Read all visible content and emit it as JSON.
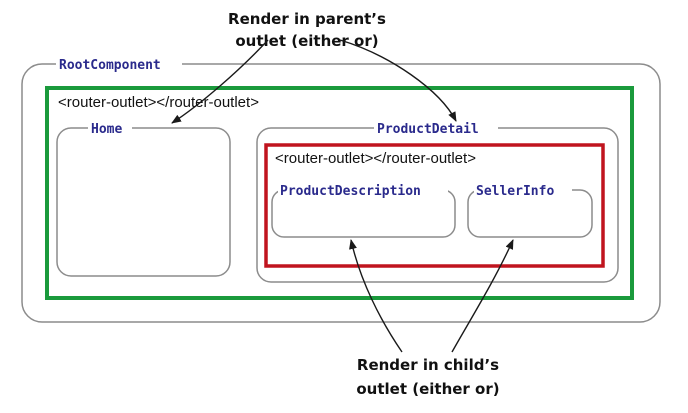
{
  "annotations": {
    "parent_line1": "Render in parent’s",
    "parent_line2": "outlet (either or)",
    "child_line1": "Render in child’s",
    "child_line2": "outlet (either or)"
  },
  "components": {
    "root": "RootComponent",
    "home": "Home",
    "product_detail": "ProductDetail",
    "product_description": "ProductDescription",
    "seller_info": "SellerInfo"
  },
  "outlets": {
    "root_outlet": "<router-outlet></router-outlet>",
    "child_outlet": "<router-outlet></router-outlet>"
  },
  "colors": {
    "border_gray": "#8c8c8c",
    "outlet_green": "#1a9a3c",
    "outlet_red": "#c0141e",
    "label_text": "#2a2a8c",
    "arrow": "#1a1a1a"
  }
}
